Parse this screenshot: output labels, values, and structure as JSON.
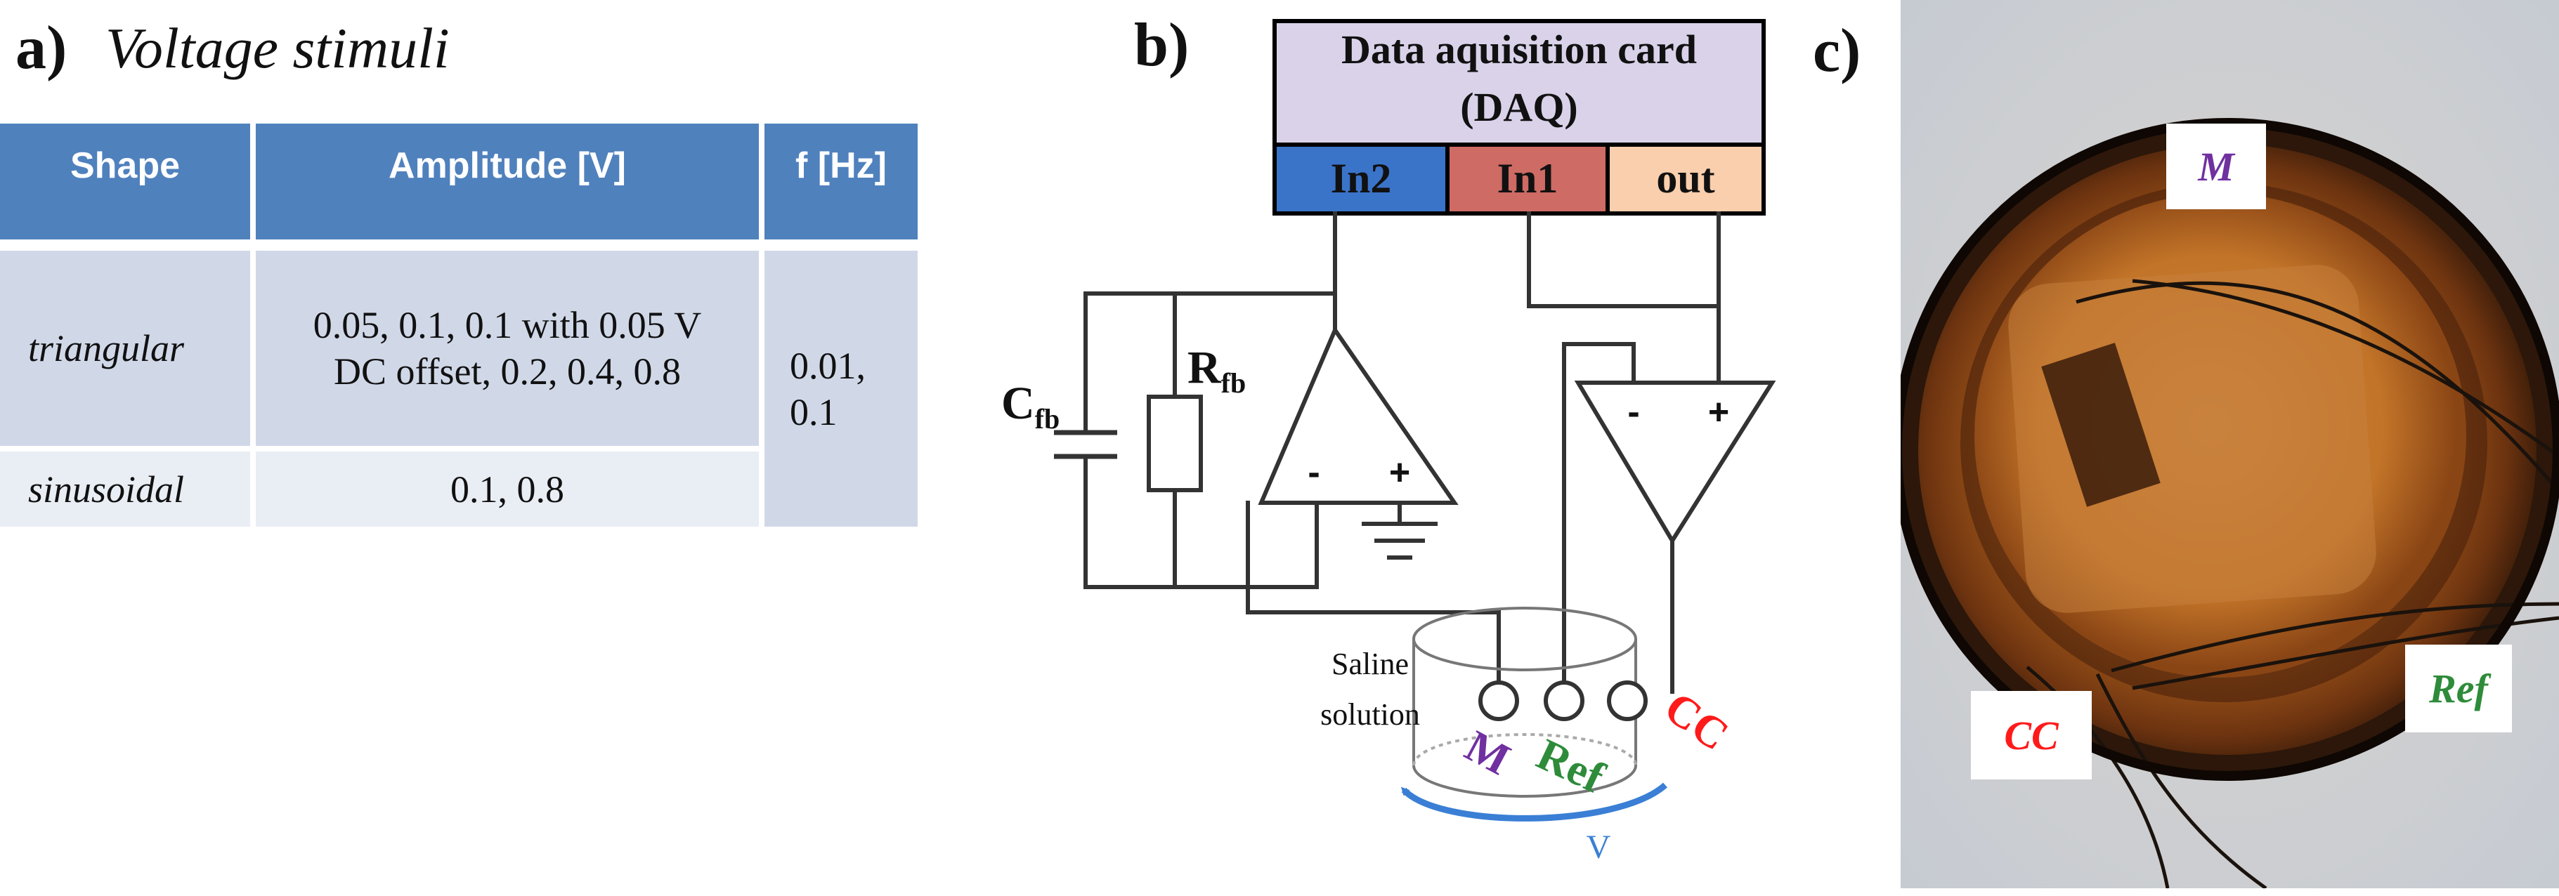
{
  "panel_a": {
    "letter": "a)",
    "title": "Voltage stimuli",
    "table": {
      "headers": [
        "Shape",
        "Amplitude [V]",
        "f [Hz]"
      ],
      "rows": [
        {
          "shape": "triangular",
          "amplitude_line1": "0.05, 0.1, 0.1 with 0.05 V",
          "amplitude_line2": "DC offset, 0.2, 0.4, 0.8"
        },
        {
          "shape": "sinusoidal",
          "amplitude_line1": "0.1, 0.8"
        }
      ],
      "frequency_line1": "0.01,",
      "frequency_line2": "0.1"
    }
  },
  "panel_b": {
    "letter": "b)",
    "daq_line1": "Data aquisition card",
    "daq_line2": "(DAQ)",
    "ports": [
      "In2",
      "In1",
      "out"
    ],
    "port_colors": [
      "#3a74c9",
      "#cd6b64",
      "#f9cfae"
    ],
    "daq_color": "#d9d2e9",
    "cfb_main": "C",
    "cfb_sub": "fb",
    "rfb_main": "R",
    "rfb_sub": "fb",
    "opamp_minus": "-",
    "opamp_plus": "+",
    "saline_line1": "Saline",
    "saline_line2": "solution",
    "electrode_m": "M",
    "electrode_ref": "Ref",
    "electrode_cc": "CC",
    "electrode_colors": {
      "m": "#7030a0",
      "ref": "#2e8b3a",
      "cc": "#ff1a1a"
    },
    "arrow_label": "V"
  },
  "panel_c": {
    "letter": "c)",
    "label_m": "M",
    "label_ref": "Ref",
    "label_cc": "CC"
  }
}
